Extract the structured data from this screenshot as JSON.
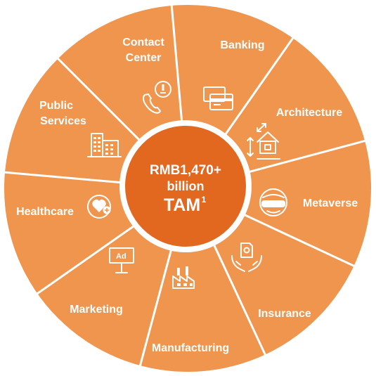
{
  "colors": {
    "segment": "#F0954D",
    "divider": "#FFFFFF",
    "center": "#E2671F",
    "text": "#FFFFFF"
  },
  "center": {
    "line1": "RMB1,470+",
    "line2": "billion",
    "line3": "TAM",
    "superscript": "1"
  },
  "segments": [
    {
      "id": "contact-center",
      "label_lines": [
        "Contact",
        "Center"
      ],
      "icon": "phone-chat-icon"
    },
    {
      "id": "banking",
      "label_lines": [
        "Banking"
      ],
      "icon": "bank-cards-icon"
    },
    {
      "id": "architecture",
      "label_lines": [
        "Architecture"
      ],
      "icon": "house-dimension-icon"
    },
    {
      "id": "metaverse",
      "label_lines": [
        "Metaverse"
      ],
      "icon": "vr-headset-icon"
    },
    {
      "id": "insurance",
      "label_lines": [
        "Insurance"
      ],
      "icon": "hands-document-icon"
    },
    {
      "id": "manufacturing",
      "label_lines": [
        "Manufacturing"
      ],
      "icon": "factory-icon"
    },
    {
      "id": "marketing",
      "label_lines": [
        "Marketing"
      ],
      "icon": "billboard-icon"
    },
    {
      "id": "healthcare",
      "label_lines": [
        "Healthcare"
      ],
      "icon": "heart-plus-icon"
    },
    {
      "id": "public-services",
      "label_lines": [
        "Public",
        "Services"
      ],
      "icon": "building-icon"
    }
  ],
  "billboard_text": "Ad"
}
